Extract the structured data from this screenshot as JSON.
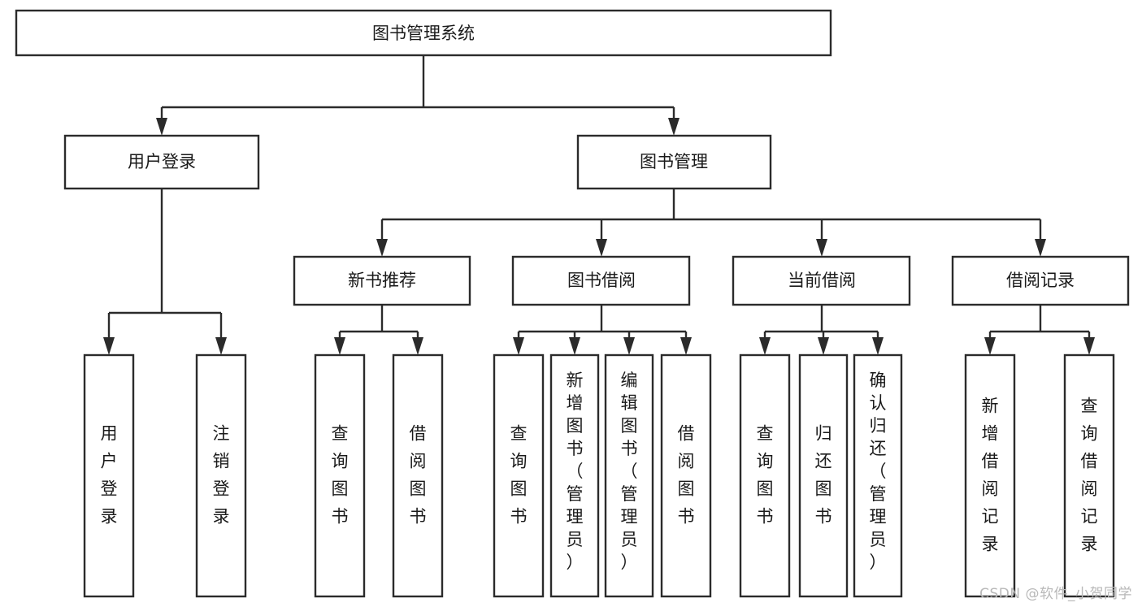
{
  "diagram": {
    "title": "图书管理系统",
    "watermark": "CSDN @软件_小贺同学",
    "accent_color": "#2b2b2b",
    "box_fill": "#ffffff",
    "nodes": {
      "root": {
        "label": "图书管理系统",
        "level": 1,
        "orientation": "horizontal"
      },
      "l2_1": {
        "label": "用户登录",
        "level": 2,
        "orientation": "horizontal"
      },
      "l2_2": {
        "label": "图书管理",
        "level": 2,
        "orientation": "horizontal"
      },
      "l3_1": {
        "label": "新书推荐",
        "level": 3,
        "orientation": "horizontal"
      },
      "l3_2": {
        "label": "图书借阅",
        "level": 3,
        "orientation": "horizontal"
      },
      "l3_3": {
        "label": "当前借阅",
        "level": 3,
        "orientation": "horizontal"
      },
      "l3_4": {
        "label": "借阅记录",
        "level": 3,
        "orientation": "horizontal"
      },
      "leaf_1": {
        "label": "用户登录",
        "level": 4,
        "orientation": "vertical"
      },
      "leaf_2": {
        "label": "注销登录",
        "level": 4,
        "orientation": "vertical"
      },
      "leaf_3": {
        "label": "查询图书",
        "level": 4,
        "orientation": "vertical"
      },
      "leaf_4": {
        "label": "借阅图书",
        "level": 4,
        "orientation": "vertical"
      },
      "leaf_5": {
        "label": "查询图书",
        "level": 4,
        "orientation": "vertical"
      },
      "leaf_6": {
        "label": "新增图书（管理员）",
        "level": 4,
        "orientation": "vertical"
      },
      "leaf_7": {
        "label": "编辑图书（管理员）",
        "level": 4,
        "orientation": "vertical"
      },
      "leaf_8": {
        "label": "借阅图书",
        "level": 4,
        "orientation": "vertical"
      },
      "leaf_9": {
        "label": "查询图书",
        "level": 4,
        "orientation": "vertical"
      },
      "leaf_10": {
        "label": "归还图书",
        "level": 4,
        "orientation": "vertical"
      },
      "leaf_11": {
        "label": "确认归还（管理员）",
        "level": 4,
        "orientation": "vertical"
      },
      "leaf_12": {
        "label": "新增借阅记录",
        "level": 4,
        "orientation": "vertical"
      },
      "leaf_13": {
        "label": "查询借阅记录",
        "level": 4,
        "orientation": "vertical"
      }
    },
    "hierarchy": [
      {
        "parent": "root",
        "children": [
          "l2_1",
          "l2_2"
        ]
      },
      {
        "parent": "l2_1",
        "children": [
          "leaf_1",
          "leaf_2"
        ]
      },
      {
        "parent": "l2_2",
        "children": [
          "l3_1",
          "l3_2",
          "l3_3",
          "l3_4"
        ]
      },
      {
        "parent": "l3_1",
        "children": [
          "leaf_3",
          "leaf_4"
        ]
      },
      {
        "parent": "l3_2",
        "children": [
          "leaf_5",
          "leaf_6",
          "leaf_7",
          "leaf_8"
        ]
      },
      {
        "parent": "l3_3",
        "children": [
          "leaf_9",
          "leaf_10",
          "leaf_11"
        ]
      },
      {
        "parent": "l3_4",
        "children": [
          "leaf_12",
          "leaf_13"
        ]
      }
    ]
  }
}
